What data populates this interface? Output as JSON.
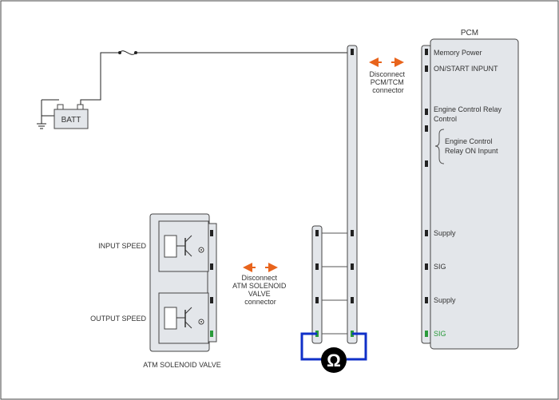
{
  "battery_label": "BATT",
  "pcm": {
    "title": "PCM",
    "pins": {
      "memory_power": "Memory Power",
      "on_start_input": "ON/START  INPUNT",
      "ecr_control_line1": "Engine Control Relay",
      "ecr_control_line2": "Control",
      "ecr_on_input_line1": "Engine Control",
      "ecr_on_input_line2": "Relay ON Inpunt",
      "supply_1": "Supply",
      "sig_1": "SIG",
      "supply_2": "Supply",
      "sig_2": "SIG"
    }
  },
  "pcm_disconnect": {
    "line1": "Disconnect",
    "line2": "PCM/TCM",
    "line3": "connector"
  },
  "atm_disconnect": {
    "line1": "Disconnect",
    "line2": "ATM SOLENOID",
    "line3": "VALVE",
    "line4": "connector"
  },
  "sensors": {
    "input_speed": "INPUT SPEED",
    "output_speed": "OUTPUT SPEED"
  },
  "atm_valve_label": "ATM SOLENOID VALVE",
  "meter_symbol": "Ω",
  "colors": {
    "arrow": "#e8641c",
    "meter_lead": "#1030c8",
    "highlight_pin": "#2a9a3a",
    "connector_fill": "#e3e6ea",
    "frame_stroke": "#444444"
  }
}
